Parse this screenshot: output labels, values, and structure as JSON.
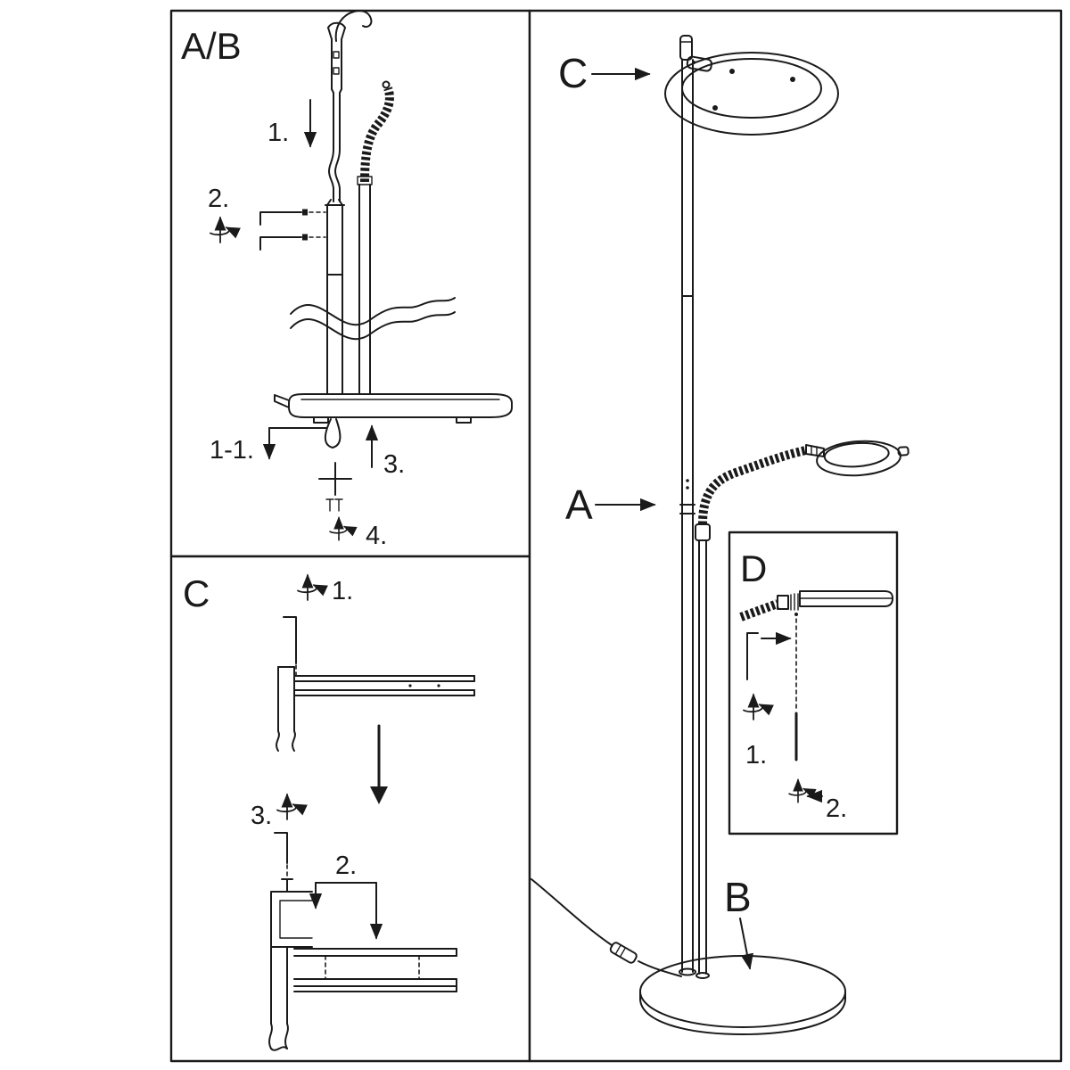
{
  "diagram": {
    "kind": "floor-lamp assembly instructions",
    "ink_color": "#1a1a1a",
    "background_color": "#ffffff"
  },
  "panel_ab": {
    "title": "A/B",
    "step1": "1.",
    "step2": "2.",
    "step11": "1-1.",
    "step3": "3.",
    "step4": "4."
  },
  "panel_c": {
    "title": "C",
    "step1": "1.",
    "step3": "3.",
    "step2": "2."
  },
  "main_panel": {
    "label_c": "C",
    "label_a": "A",
    "label_b": "B"
  },
  "inset_d": {
    "title": "D",
    "step1": "1.",
    "step2": "2."
  }
}
